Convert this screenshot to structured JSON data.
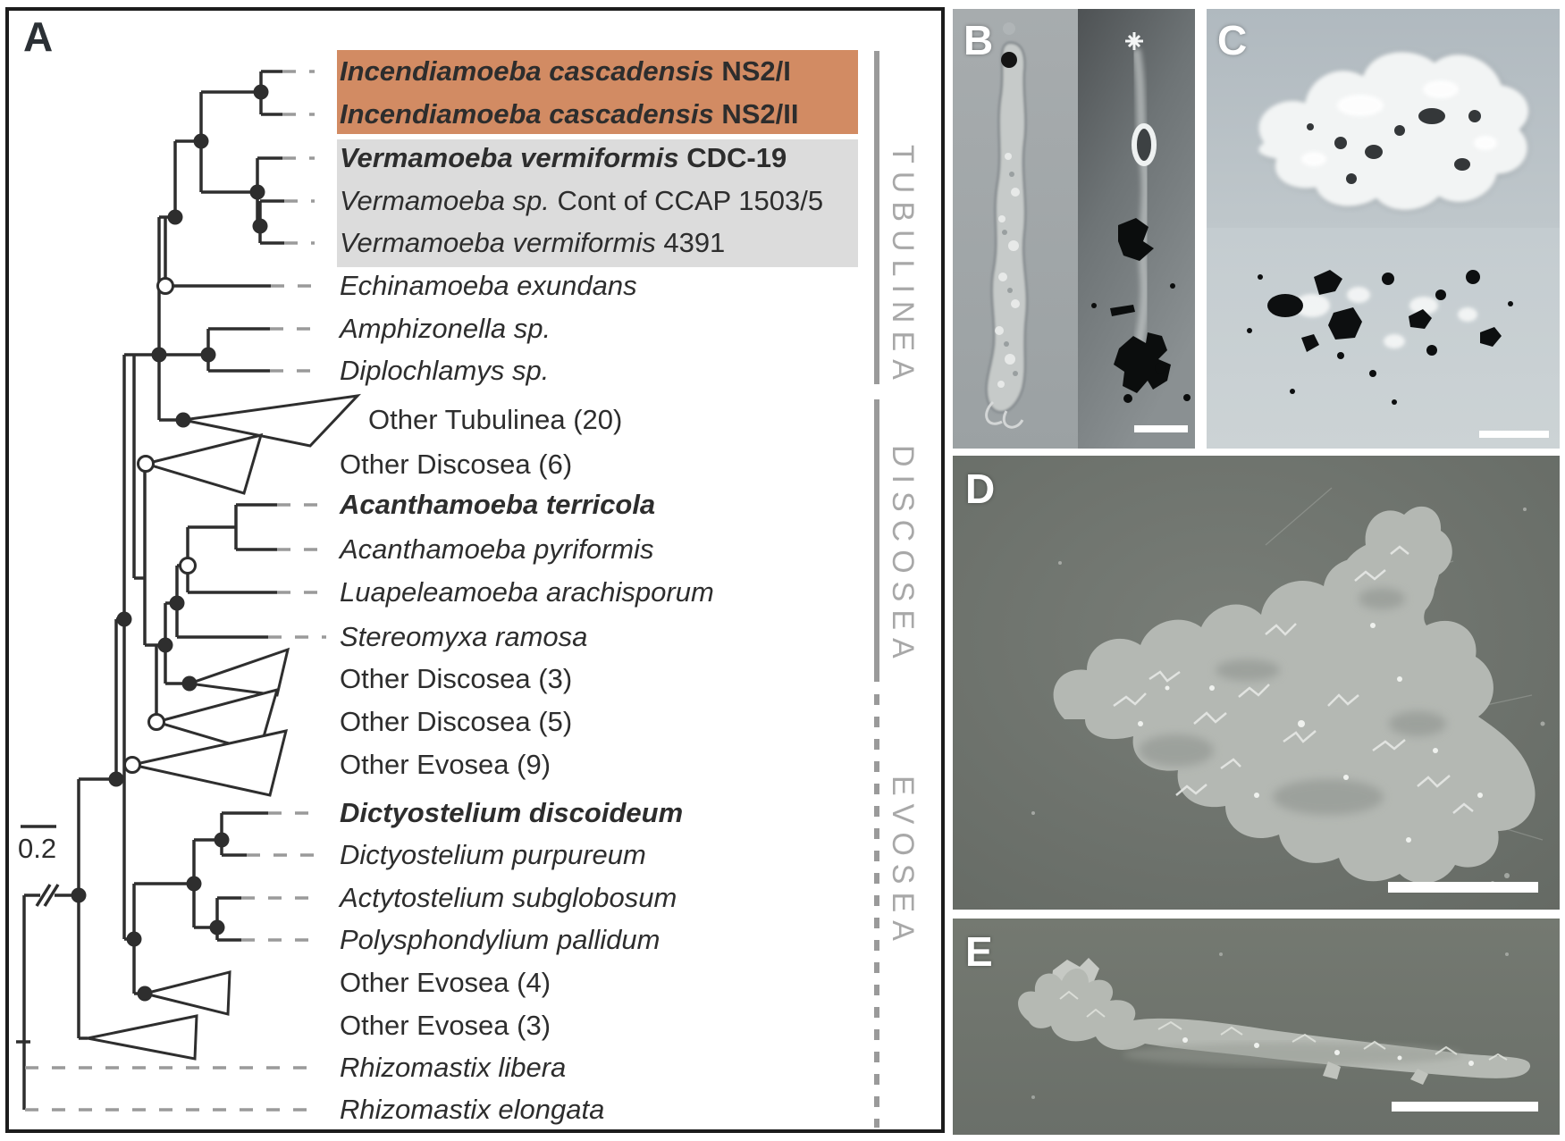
{
  "panelA": {
    "letter": "A",
    "scale_bar_label": "0.2",
    "clade_groups": [
      {
        "label": "TUBULINEA",
        "bracket_style": "solid"
      },
      {
        "label": "DISCOSEA",
        "bracket_style": "solid"
      },
      {
        "label": "EVOSEA",
        "bracket_style": "dashed"
      }
    ],
    "highlight_colors": {
      "new_species_highlight": "#d28b63",
      "related_strains_highlight": "#dcdcdc"
    },
    "taxa": [
      {
        "highlight": "orange",
        "parts": [
          {
            "text": "Incendiamoeba cascadensis",
            "style": "bi"
          },
          {
            "text": " NS2/I",
            "style": "b"
          }
        ]
      },
      {
        "highlight": "orange",
        "parts": [
          {
            "text": "Incendiamoeba cascadensis",
            "style": "bi"
          },
          {
            "text": " NS2/II",
            "style": "b"
          }
        ]
      },
      {
        "highlight": "gray",
        "parts": [
          {
            "text": "Vermamoeba vermiformis",
            "style": "bi"
          },
          {
            "text": " CDC-19",
            "style": "b"
          }
        ]
      },
      {
        "highlight": "gray",
        "parts": [
          {
            "text": "Vermamoeba sp.",
            "style": "i"
          },
          {
            "text": " Cont of CCAP 1503/5",
            "style": "r"
          }
        ]
      },
      {
        "highlight": "gray",
        "parts": [
          {
            "text": "Vermamoeba vermiformis",
            "style": "i"
          },
          {
            "text": " 4391",
            "style": "r"
          }
        ]
      },
      {
        "highlight": "none",
        "parts": [
          {
            "text": "Echinamoeba exundans",
            "style": "i"
          }
        ]
      },
      {
        "highlight": "none",
        "parts": [
          {
            "text": "Amphizonella sp.",
            "style": "i"
          }
        ]
      },
      {
        "highlight": "none",
        "parts": [
          {
            "text": "Diplochlamys sp.",
            "style": "i"
          }
        ]
      },
      {
        "highlight": "none",
        "parts": [
          {
            "text": "Other Tubulinea (20)",
            "style": "r"
          }
        ]
      },
      {
        "highlight": "none",
        "parts": [
          {
            "text": "Other Discosea (6)",
            "style": "r"
          }
        ]
      },
      {
        "highlight": "none",
        "parts": [
          {
            "text": "Acanthamoeba terricola",
            "style": "bi"
          }
        ]
      },
      {
        "highlight": "none",
        "parts": [
          {
            "text": "Acanthamoeba pyriformis",
            "style": "i"
          }
        ]
      },
      {
        "highlight": "none",
        "parts": [
          {
            "text": "Luapeleamoeba arachisporum",
            "style": "i"
          }
        ]
      },
      {
        "highlight": "none",
        "parts": [
          {
            "text": "Stereomyxa ramosa",
            "style": "i"
          }
        ]
      },
      {
        "highlight": "none",
        "parts": [
          {
            "text": "Other Discosea (3)",
            "style": "r"
          }
        ]
      },
      {
        "highlight": "none",
        "parts": [
          {
            "text": "Other Discosea (5)",
            "style": "r"
          }
        ]
      },
      {
        "highlight": "none",
        "parts": [
          {
            "text": "Other Evosea (9)",
            "style": "r"
          }
        ]
      },
      {
        "highlight": "none",
        "parts": [
          {
            "text": "Dictyostelium discoideum",
            "style": "bi"
          }
        ]
      },
      {
        "highlight": "none",
        "parts": [
          {
            "text": "Dictyostelium purpureum",
            "style": "i"
          }
        ]
      },
      {
        "highlight": "none",
        "parts": [
          {
            "text": "Actytostelium subglobosum",
            "style": "i"
          }
        ]
      },
      {
        "highlight": "none",
        "parts": [
          {
            "text": "Polysphondylium pallidum",
            "style": "i"
          }
        ]
      },
      {
        "highlight": "none",
        "parts": [
          {
            "text": "Other Evosea (4)",
            "style": "r"
          }
        ]
      },
      {
        "highlight": "none",
        "parts": [
          {
            "text": "Other Evosea (3)",
            "style": "r"
          }
        ]
      },
      {
        "highlight": "none",
        "parts": [
          {
            "text": "Rhizomastix libera",
            "style": "i"
          }
        ]
      },
      {
        "highlight": "none",
        "parts": [
          {
            "text": "Rhizomastix elongata",
            "style": "i"
          }
        ]
      }
    ]
  },
  "micrograph_panels": [
    {
      "letter": "B"
    },
    {
      "letter": "C"
    },
    {
      "letter": "D"
    },
    {
      "letter": "E"
    }
  ]
}
